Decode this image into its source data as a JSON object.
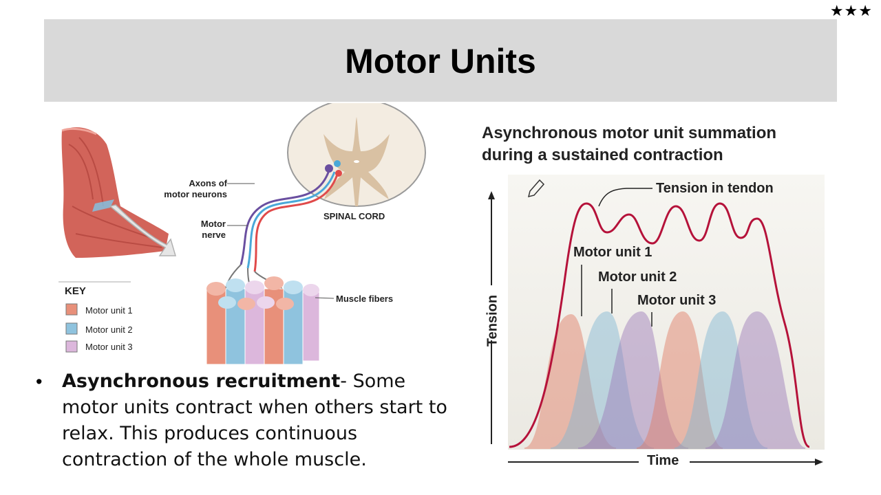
{
  "header": {
    "title": "Motor Units",
    "rating": "★★★"
  },
  "diagram": {
    "labels": {
      "axons": "Axons of motor neurons",
      "axons_line1": "Axons of",
      "axons_line2": "motor neurons",
      "nerve_line1": "Motor",
      "nerve_line2": "nerve",
      "spinal_cord": "SPINAL CORD",
      "muscle_fibers": "Muscle fibers"
    },
    "key": {
      "title": "KEY",
      "items": [
        {
          "label": "Motor unit 1",
          "color": "#e8907a"
        },
        {
          "label": "Motor unit 2",
          "color": "#8fc3de"
        },
        {
          "label": "Motor unit 3",
          "color": "#dcb7dc"
        }
      ]
    }
  },
  "graph": {
    "title_line1": "Asynchronous motor unit summation",
    "title_line2": "during a sustained contraction",
    "tension_label": "Tension in tendon",
    "mu1_label": "Motor unit 1",
    "mu2_label": "Motor unit 2",
    "mu3_label": "Motor unit 3",
    "y_axis": "Tension",
    "x_axis": "Time",
    "colors": {
      "mu1": "#e07a62",
      "mu2": "#7fb6d3",
      "mu3": "#9a78b8",
      "tension": "#b5123a"
    }
  },
  "bullet": {
    "bold": "Asynchronous recruitment",
    "rest": "- Some motor units contract when others start to relax. This produces continuous contraction of the whole muscle."
  }
}
